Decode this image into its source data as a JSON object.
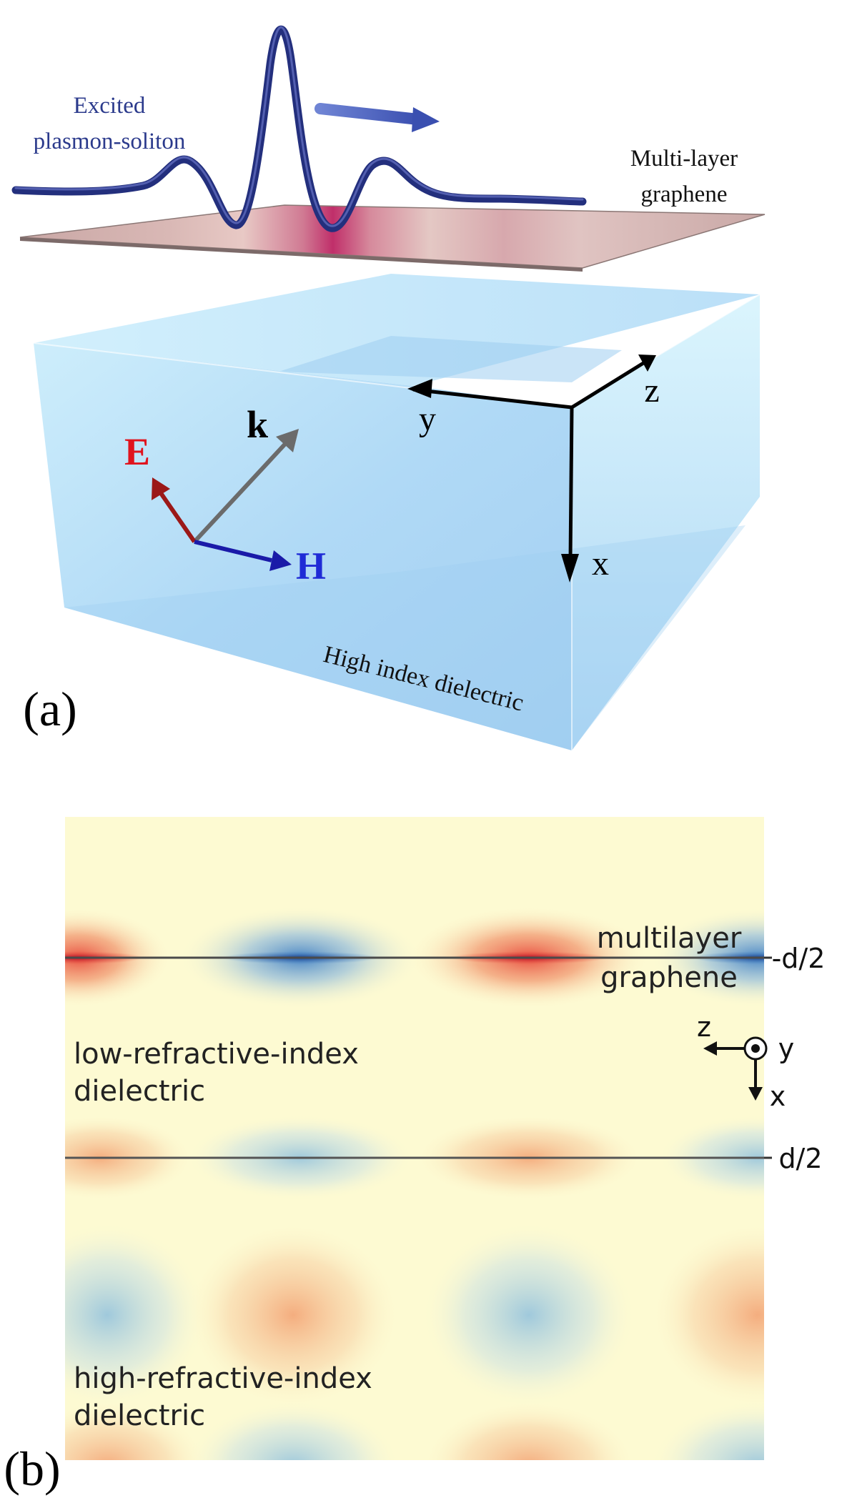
{
  "panel_a": {
    "label": "(a)",
    "excited_label_line1": "Excited",
    "excited_label_line2": "plasmon-soliton",
    "graphene_label_line1": "Multi-layer",
    "graphene_label_line2": "graphene",
    "dielectric_label": "High index dielectric",
    "axis_y": "y",
    "axis_z": "z",
    "axis_x": "x",
    "vector_k": "k",
    "vector_E": "E",
    "vector_H": "H",
    "colors": {
      "E": "#e0141e",
      "H": "#1f2bd6",
      "k": "#6b6b6b",
      "wave": "#2b3a8c",
      "dielectric": "#a9d6f5"
    }
  },
  "panel_b": {
    "label": "(b)",
    "graphene_label_line1": "multilayer",
    "graphene_label_line2": "graphene",
    "minus_d_half": "-d/2",
    "plus_d_half": "d/2",
    "low_index_line1": "low-refractive-index",
    "low_index_line2": "dielectric",
    "high_index_line1": "high-refractive-index",
    "high_index_line2": "dielectric",
    "axis_z": "z",
    "axis_y": "y",
    "axis_x": "x",
    "colors": {
      "background": "#fdfad2",
      "positive": "#e8483a",
      "negative": "#3f7fc4",
      "interface": "#555555"
    }
  }
}
